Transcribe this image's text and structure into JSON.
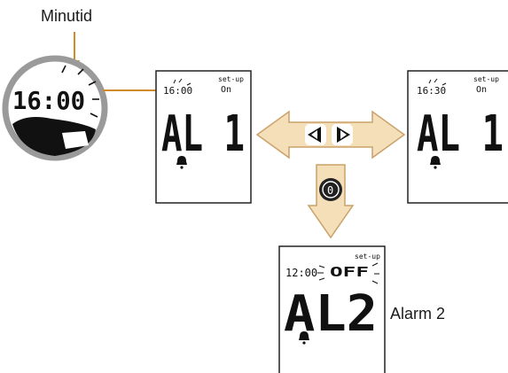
{
  "labels": {
    "minutes": "Minutid",
    "alarm2": "Alarm 2"
  },
  "watch": {
    "time": "16:00"
  },
  "screen_left": {
    "time": "16:00",
    "setup": "set-up",
    "status": "On",
    "main": "AL 1"
  },
  "screen_right": {
    "time": "16:30",
    "setup": "set-up",
    "status": "On",
    "main": "AL 1"
  },
  "screen_bottom": {
    "time": "12:00",
    "setup": "set-up",
    "status": "OFF",
    "main": "AL2"
  },
  "buttons": {
    "left_symbol": "◀",
    "right_symbol": "▶",
    "ok_symbol": "0"
  },
  "colors": {
    "arrow_fill": "#f4dfb9",
    "arrow_stroke": "#c9a26a",
    "connector": "#d38b2a",
    "watch_ring": "#9a9a9a"
  }
}
